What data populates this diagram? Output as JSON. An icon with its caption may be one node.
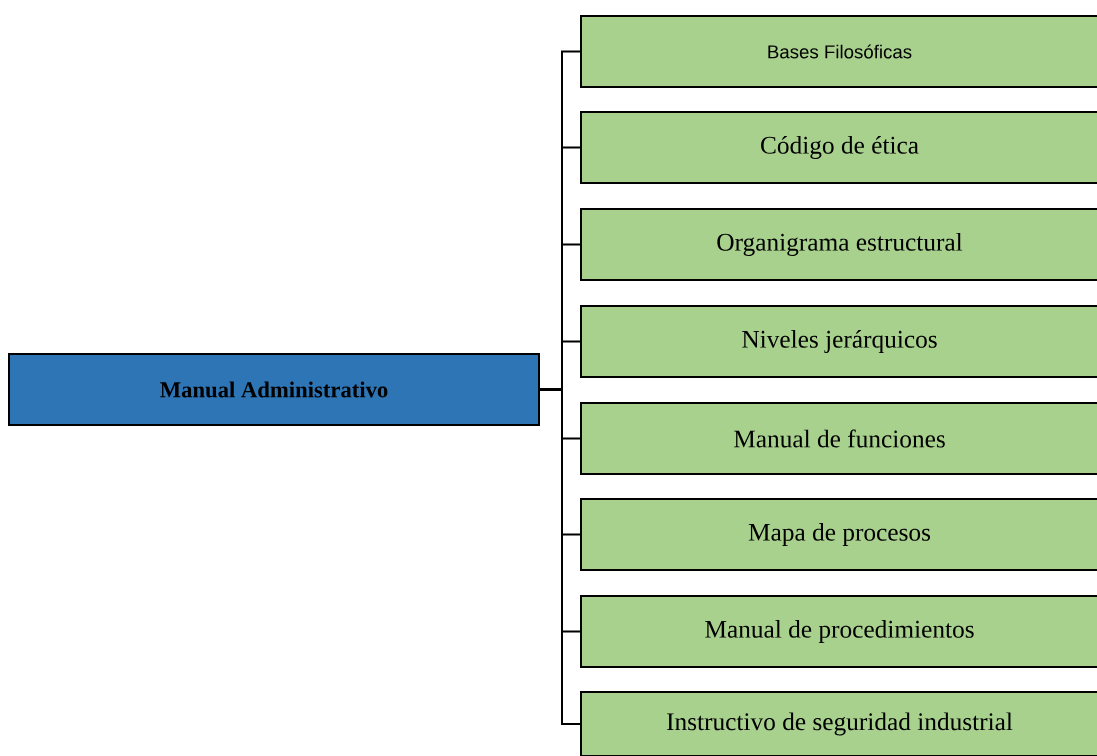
{
  "diagram": {
    "nodes": [
      {
        "text": [
          "Manual Administrativo"
        ]
      },
      {
        "text": [
          "Bases Filosóficas"
        ]
      },
      {
        "text": [
          "Código de ética"
        ]
      },
      {
        "text": [
          "Organigrama estructural"
        ]
      },
      {
        "text": [
          "Niveles jerárquicos"
        ]
      },
      {
        "text": [
          "Manual de funciones"
        ]
      },
      {
        "text": [
          "Mapa de procesos"
        ]
      },
      {
        "text": [
          "Manual de procedimientos"
        ]
      },
      {
        "text": [
          "Instructivo de seguridad industrial"
        ]
      }
    ],
    "edges": [
      {
        "from": 0,
        "to": 1,
        "arrow": "none"
      },
      {
        "from": 0,
        "to": 2,
        "arrow": "none"
      },
      {
        "from": 0,
        "to": 3,
        "arrow": "none"
      },
      {
        "from": 0,
        "to": 4,
        "arrow": "none"
      },
      {
        "from": 0,
        "to": 5,
        "arrow": "none"
      },
      {
        "from": 0,
        "to": 6,
        "arrow": "none"
      },
      {
        "from": 0,
        "to": 7,
        "arrow": "none"
      },
      {
        "from": 0,
        "to": 8,
        "arrow": "none"
      }
    ]
  }
}
